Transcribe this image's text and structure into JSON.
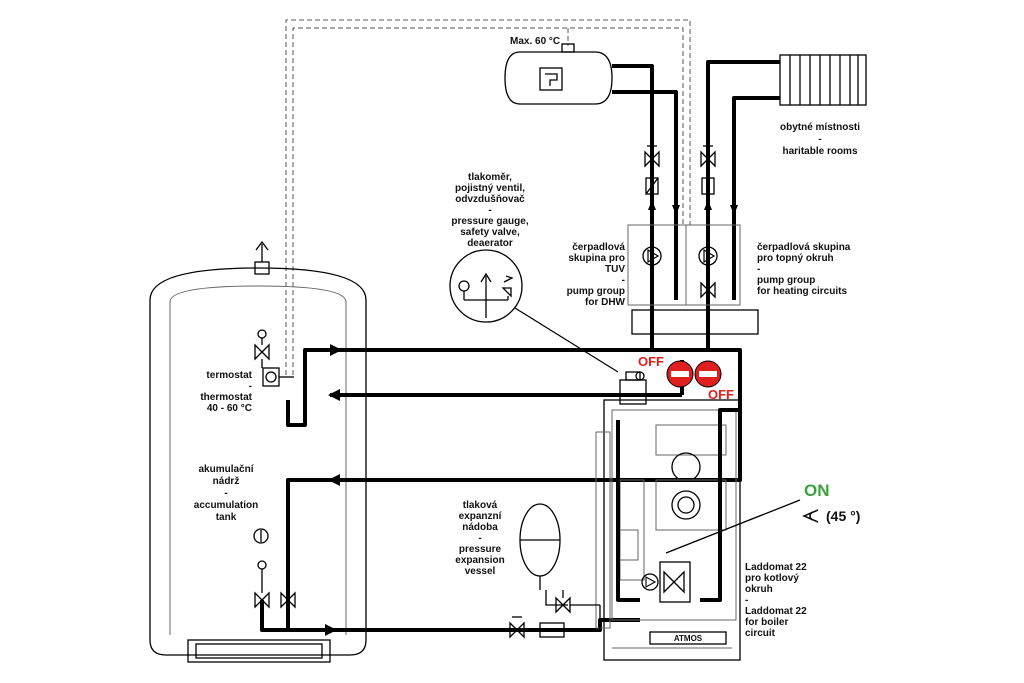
{
  "labels": {
    "max_temp": "Max. 60 °C",
    "rooms_cz": "obytné místnosti",
    "rooms_dash": "-",
    "rooms_en": "haritable rooms",
    "gauge_cz_1": "tlakoměr,",
    "gauge_cz_2": "pojistný ventil,",
    "gauge_cz_3": "odvzdušňovač",
    "gauge_dash": "-",
    "gauge_en_1": "pressure gauge,",
    "gauge_en_2": "safety valve,",
    "gauge_en_3": "deaerator",
    "dhw_cz_1": "čerpadlová",
    "dhw_cz_2": "skupina pro",
    "dhw_cz_3": "TUV",
    "dhw_dash": "-",
    "dhw_en_1": "pump group",
    "dhw_en_2": "for DHW",
    "heat_cz_1": "čerpadlová skupina",
    "heat_cz_2": "pro topný okruh",
    "heat_dash": "-",
    "heat_en_1": "pump group",
    "heat_en_2": "for heating circuits",
    "thermo_cz": "termostat",
    "thermo_dash": "-",
    "thermo_en": "thermostat",
    "thermo_range": "40 -  60 °C",
    "tank_cz_1": "akumulační",
    "tank_cz_2": "nádrž",
    "tank_dash": "-",
    "tank_en_1": "accumulation",
    "tank_en_2": "tank",
    "exp_cz_1": "tlaková",
    "exp_cz_2": "expanzní",
    "exp_cz_3": "nádoba",
    "exp_dash": "-",
    "exp_en_1": "pressure",
    "exp_en_2": "expansion",
    "exp_en_3": "vessel",
    "ladd_cz_1": "Laddomat 22",
    "ladd_cz_2": "pro kotlový",
    "ladd_cz_3": "okruh",
    "ladd_dash": "-",
    "ladd_en_1": "Laddomat 22",
    "ladd_en_2": "for boiler",
    "ladd_en_3": "circuit",
    "off_1": "OFF",
    "off_2": "OFF",
    "on": "ON",
    "angle": "(45 °)",
    "boiler_brand": "ATMOS"
  },
  "colors": {
    "off": "#e01e1e",
    "on": "#3ba33b",
    "pipe": "#000000"
  }
}
